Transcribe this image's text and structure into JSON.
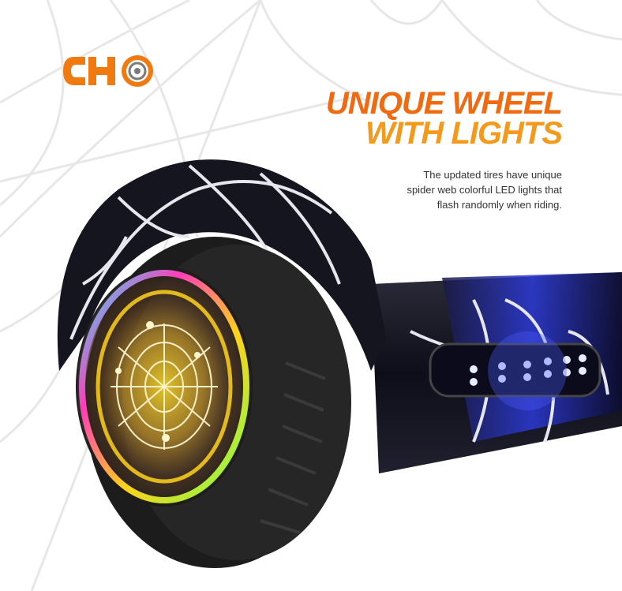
{
  "brand": {
    "logo_text": "CHO",
    "logo_colors": {
      "orange": "#f07a10",
      "gray": "#7a7a7a"
    }
  },
  "headline": {
    "line1": "UNIQUE WHEEL",
    "line2": "WITH LIGHTS"
  },
  "description": {
    "lines": [
      "The updated tires have unique",
      "spider web colorful LED lights that",
      "flash randomly when riding."
    ]
  },
  "product": {
    "name_icon": "hoverboard-image",
    "wheel_icon": "spider-web-led-wheel-icon",
    "body_color": "#1a1a1a",
    "led_color": "#4a5cff",
    "ring_colors": [
      "#ff3db8",
      "#ffd21a",
      "#2de6ff",
      "#7cff4a"
    ]
  }
}
